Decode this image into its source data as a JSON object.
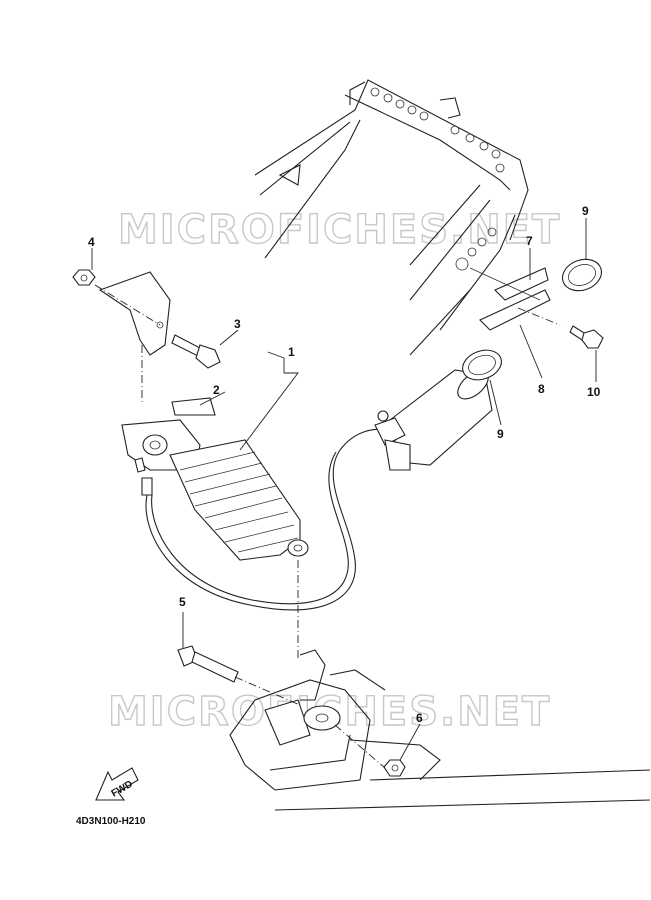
{
  "diagram": {
    "code": "4D3N100-H210",
    "fwd_label": "FWD",
    "watermarks": [
      "MICROFICHES.NET",
      "MICROFICHES.NET"
    ],
    "callouts": [
      "1",
      "2",
      "3",
      "4",
      "5",
      "6",
      "7",
      "8",
      "9",
      "9",
      "10"
    ]
  }
}
